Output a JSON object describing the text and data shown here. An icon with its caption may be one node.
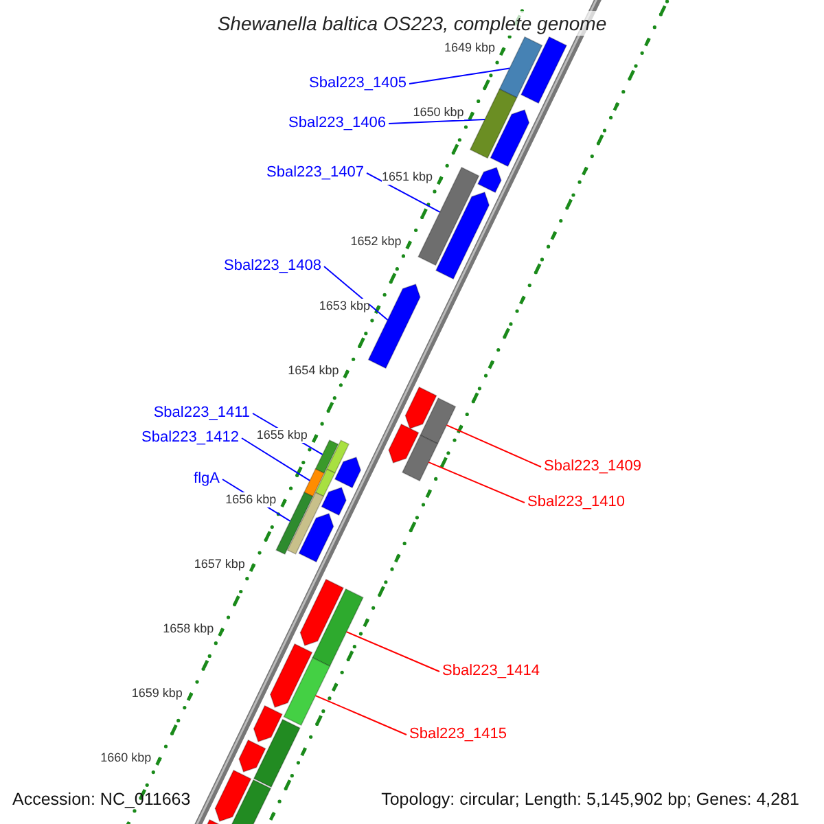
{
  "diagram": {
    "title": "Shewanella baltica OS223, complete genome",
    "nodes": [
      {
        "text": [
          "Sbal223_1405"
        ]
      },
      {
        "text": [
          "Sbal223_1406"
        ]
      },
      {
        "text": [
          "Sbal223_1407"
        ]
      },
      {
        "text": [
          "Sbal223_1408"
        ]
      },
      {
        "text": [
          "Sbal223_1411"
        ]
      },
      {
        "text": [
          "Sbal223_1412"
        ]
      },
      {
        "text": [
          "Sbal223_1409"
        ]
      },
      {
        "text": [
          "flgA"
        ]
      },
      {
        "text": [
          "Sbal223_1410"
        ]
      },
      {
        "text": [
          "Sbal223_1414"
        ]
      },
      {
        "text": [
          "Sbal223_1415"
        ]
      },
      {
        "text": [],
        "shape": "bar"
      },
      {
        "text": [],
        "shape": "bar"
      },
      {
        "text": [],
        "shape": "bar"
      },
      {
        "text": [],
        "shape": "bar"
      },
      {
        "text": [],
        "shape": "bar"
      },
      {
        "text": [],
        "shape": "bar"
      },
      {
        "text": [],
        "shape": "bar"
      },
      {
        "text": [],
        "shape": "bar"
      },
      {
        "text": [],
        "shape": "bar"
      },
      {
        "text": [],
        "shape": "bar"
      },
      {
        "text": [],
        "shape": "bar"
      }
    ],
    "edges": [
      {
        "from": 0,
        "to": 11,
        "arrow": "none"
      },
      {
        "from": 1,
        "to": 12,
        "arrow": "none"
      },
      {
        "from": 2,
        "to": 13,
        "arrow": "none"
      },
      {
        "from": 3,
        "to": 14,
        "arrow": "none"
      },
      {
        "from": 4,
        "to": 15,
        "arrow": "none"
      },
      {
        "from": 5,
        "to": 16,
        "arrow": "none"
      },
      {
        "from": 6,
        "to": 17,
        "arrow": "none",
        "color": "#ff0000"
      },
      {
        "from": 7,
        "to": 18,
        "arrow": "none"
      },
      {
        "from": 8,
        "to": 19,
        "arrow": "none",
        "color": "#ff0000"
      },
      {
        "from": 9,
        "to": 20,
        "arrow": "none",
        "color": "#ff0000"
      },
      {
        "from": 10,
        "to": 21,
        "arrow": "none",
        "color": "#ff0000"
      }
    ],
    "labels": [
      "1649 kbp",
      "1650 kbp",
      "1651 kbp",
      "1652 kbp",
      "1653 kbp",
      "1654 kbp",
      "1655 kbp",
      "1656 kbp",
      "1657 kbp",
      "1658 kbp",
      "1659 kbp",
      "1660 kbp",
      "Accession: NC_011663",
      "Topology: circular; Length: 5,145,902 bp; Genes: 4,281"
    ]
  }
}
